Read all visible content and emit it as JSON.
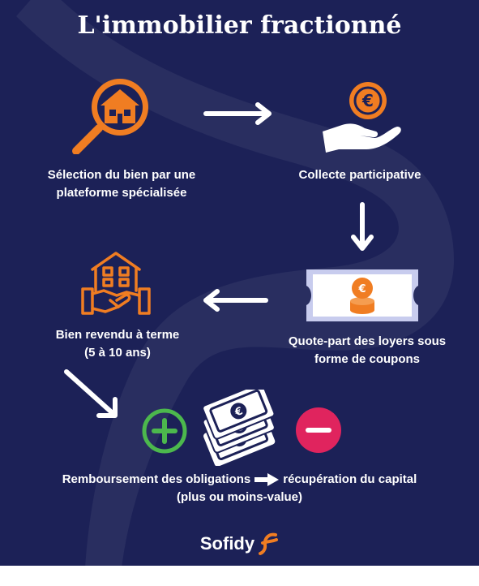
{
  "title": "L'immobilier fractionné",
  "steps": {
    "selection": [
      "Sélection du bien par une",
      "plateforme spécialisée"
    ],
    "collecte": [
      "Collecte participative"
    ],
    "quote_part": [
      "Quote-part des loyers sous",
      "forme de coupons"
    ],
    "revente": [
      "Bien revendu à terme",
      "(5 à 10 ans)"
    ]
  },
  "repayment": {
    "left": "Remboursement des obligations",
    "right": "récupération du capital",
    "line2": "(plus ou moins-value)"
  },
  "brand": {
    "name": "Sofidy"
  },
  "icons": {
    "selection": "magnifier-house-icon",
    "collecte": "hand-euro-coin-icon",
    "quote_part": "coupon-ticket-icon",
    "revente": "building-handshake-icon",
    "plus": "plus-icon",
    "banknotes": "banknotes-icon",
    "minus": "minus-icon"
  },
  "colors": {
    "background": "#1c2157",
    "orange": "#f07d22",
    "green": "#4cb84d",
    "red": "#e0245e",
    "ticket": "#c8ccee",
    "white": "#ffffff"
  }
}
